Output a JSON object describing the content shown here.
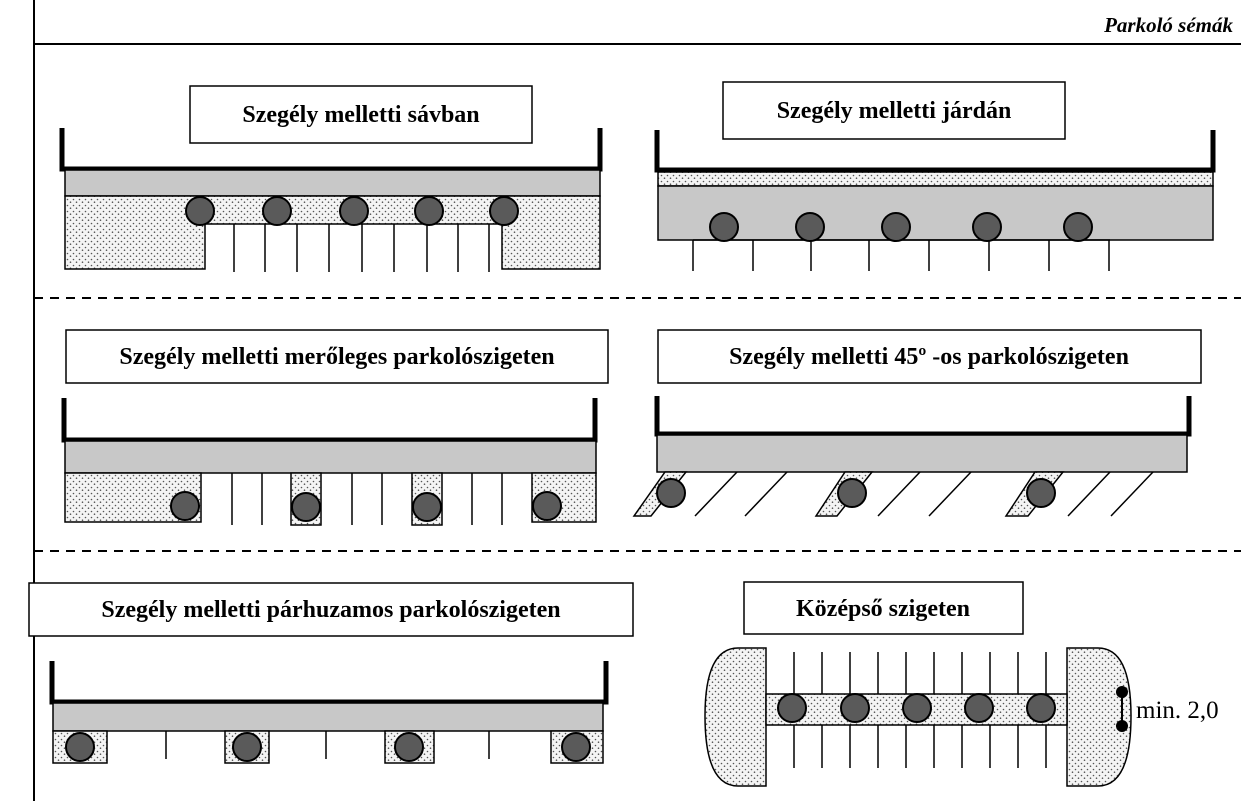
{
  "header": {
    "title": "Parkoló sémák"
  },
  "panels": [
    {
      "title": "Szegély melletti sávban"
    },
    {
      "title": "Szegély melletti járdán"
    },
    {
      "title": "Szegély melletti merőleges parkolószigeten"
    },
    {
      "title": "Szegély melletti 45º -os parkolószigeten"
    },
    {
      "title": "Szegély melletti párhuzamos parkolószigeten"
    },
    {
      "title": "Középső  szigeten"
    }
  ],
  "dimension": {
    "label": "min. 2,0"
  },
  "colors": {
    "road": "#c8c8c8",
    "tree": "#5a5a5a",
    "sand_dot": "#555555",
    "line": "#000000"
  }
}
